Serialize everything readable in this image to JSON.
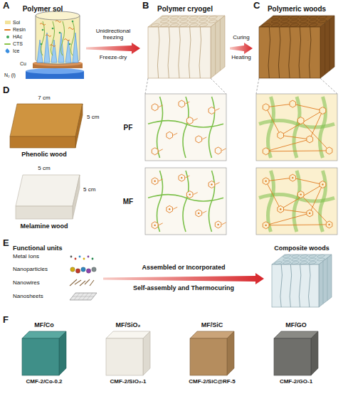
{
  "diagram": {
    "nodes": [
      {
        "text": [
          "Polymer sol"
        ]
      },
      {
        "text": [
          "Polymer cryogel"
        ]
      },
      {
        "text": [
          "Polymeric woods"
        ]
      },
      {
        "text": [
          "Functional units"
        ]
      },
      {
        "text": [
          "Composite woods"
        ]
      }
    ],
    "edges": [
      {
        "from": 0,
        "to": 1,
        "arrow": "to",
        "label": "Unidirectional freezing"
      },
      {
        "from": 1,
        "to": 2,
        "arrow": "to",
        "label": "Curing"
      },
      {
        "from": 3,
        "to": 4,
        "arrow": "to",
        "label": "Assembled or Incorporated"
      }
    ],
    "labels": [
      "A",
      "Cu",
      "N₂ (l)",
      "Freeze-dry",
      "B",
      "Heating",
      "C",
      "PF",
      "MF",
      "D",
      "7 cm",
      "5 cm",
      "Phenolic wood",
      "5 cm",
      "5 cm",
      "Melamine wood",
      "E",
      "Metal Ions",
      "Nanoparticles",
      "Nanowires",
      "Nanosheets",
      "Self-assembly and Thermocuring",
      "F",
      "MF/Co",
      "MF/SiO₂",
      "MF/SiC",
      "MF/GO",
      "CMF-2/Co-0.2",
      "CMF-2/SiO₂-1",
      "CMF-2/SiC@RF-5",
      "CMF-2/GO-1"
    ],
    "legend": [
      {
        "text": "Sol",
        "color": "#f3e39a"
      },
      {
        "text": "Resin",
        "color": "#e07b20"
      },
      {
        "text": "HAc",
        "color": "#3aa655"
      },
      {
        "text": "CTS",
        "color": "#8bc34a"
      },
      {
        "text": "Ice",
        "color": "#3b8fe0"
      }
    ]
  }
}
